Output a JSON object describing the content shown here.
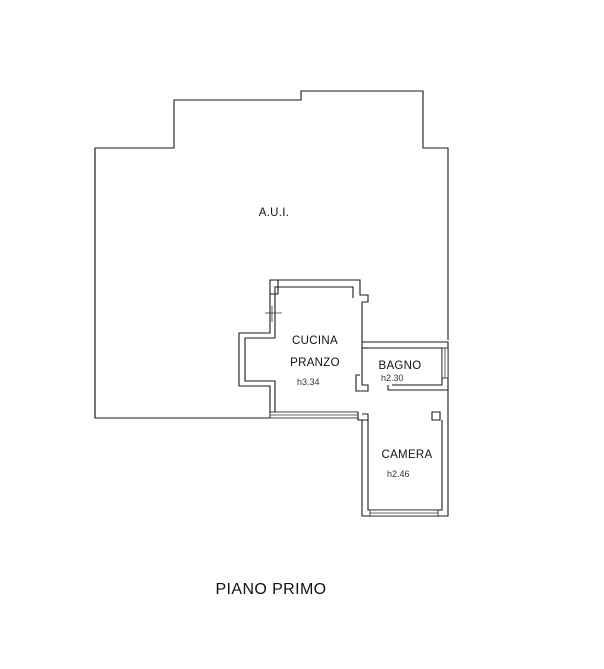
{
  "plan": {
    "title": "PIANO PRIMO",
    "rooms": {
      "aui": {
        "label": "A.U.I."
      },
      "cucina": {
        "label_line1": "CUCINA",
        "label_line2": "PRANZO",
        "height": "h3.34"
      },
      "bagno": {
        "label": "BAGNO",
        "height": "h2.30"
      },
      "camera": {
        "label": "CAMERA",
        "height": "h2.46"
      }
    }
  }
}
